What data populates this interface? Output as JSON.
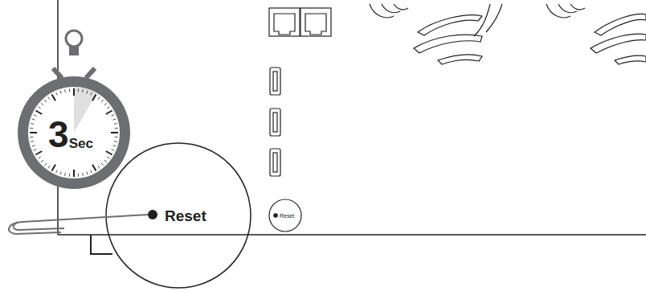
{
  "diagram": {
    "nodes": [
      {
        "text": [
          "3",
          "Sec"
        ]
      },
      {
        "text": [
          "Reset"
        ]
      },
      {
        "text": [
          "Reset"
        ]
      }
    ]
  }
}
